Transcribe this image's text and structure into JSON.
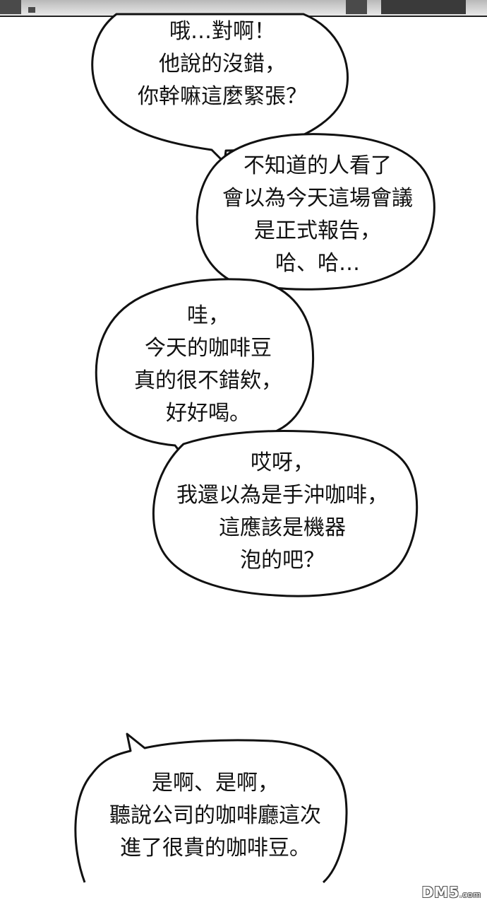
{
  "bubbles": [
    {
      "lines": [
        "哦…對啊！",
        "他說的沒錯，",
        "你幹嘛這麼緊張？"
      ]
    },
    {
      "lines": [
        "不知道的人看了",
        "會以為今天這場會議",
        "是正式報告，",
        "哈、哈…"
      ]
    },
    {
      "lines": [
        "哇，",
        "今天的咖啡豆",
        "真的很不錯欸，",
        "好好喝。"
      ]
    },
    {
      "lines": [
        "哎呀，",
        "我還以為是手沖咖啡，",
        "這應該是機器",
        "泡的吧？"
      ]
    },
    {
      "lines": [
        "是啊、是啊，",
        "聽說公司的咖啡廳這次",
        "進了很貴的咖啡豆。"
      ]
    }
  ],
  "watermark": {
    "brand": "DM5",
    "suffix": ".com"
  }
}
